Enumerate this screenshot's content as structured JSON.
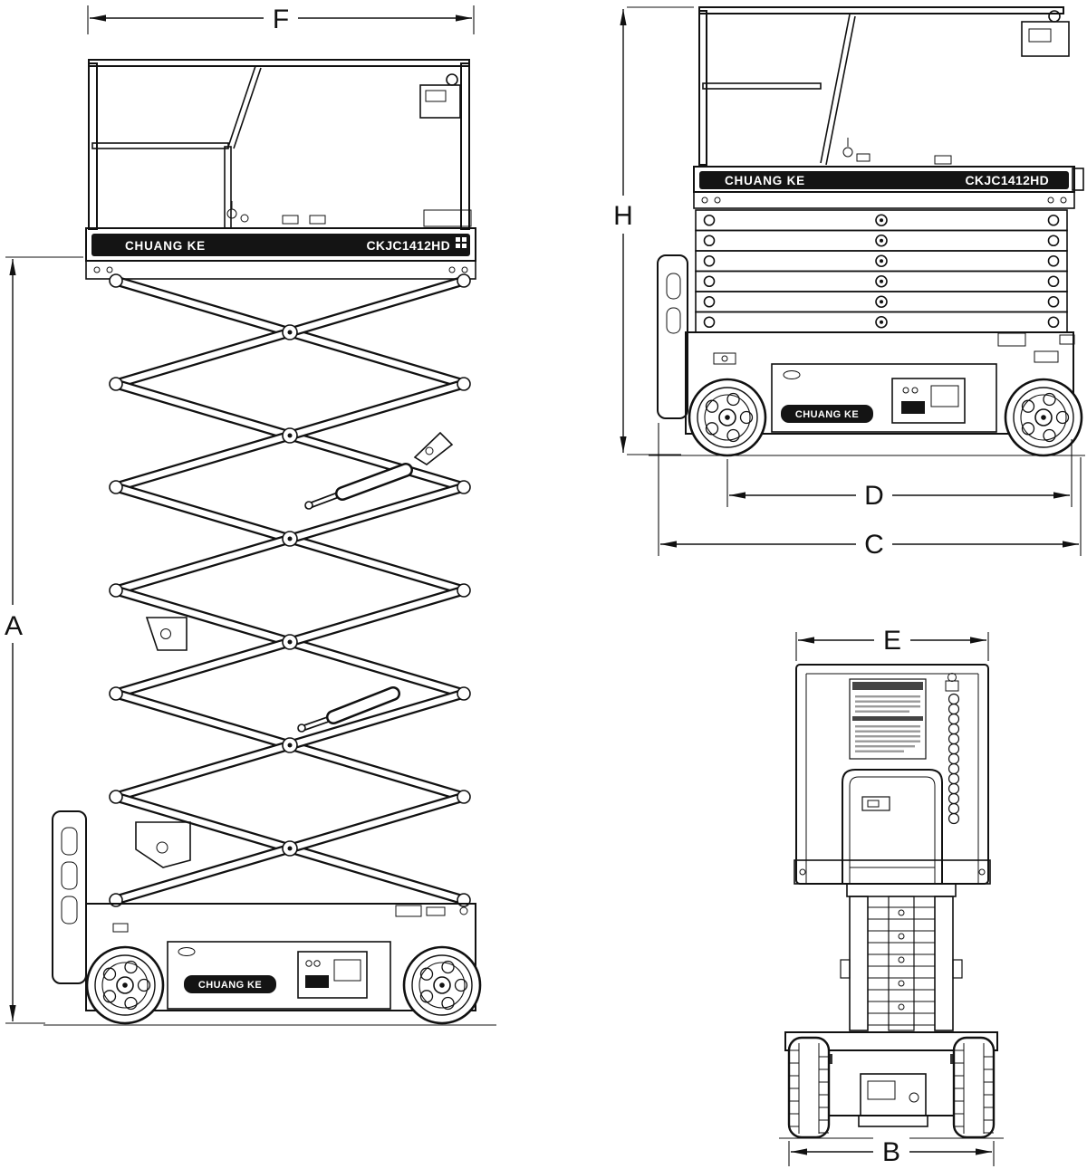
{
  "labels": {
    "brand": "CHUANG KE",
    "model": "CKJC1412HD"
  },
  "dims": {
    "A": "A",
    "B": "B",
    "C": "C",
    "D": "D",
    "E": "E",
    "F": "F",
    "H": "H"
  },
  "colors": {
    "line": "#111111",
    "band": "#141414",
    "background": "#ffffff"
  }
}
